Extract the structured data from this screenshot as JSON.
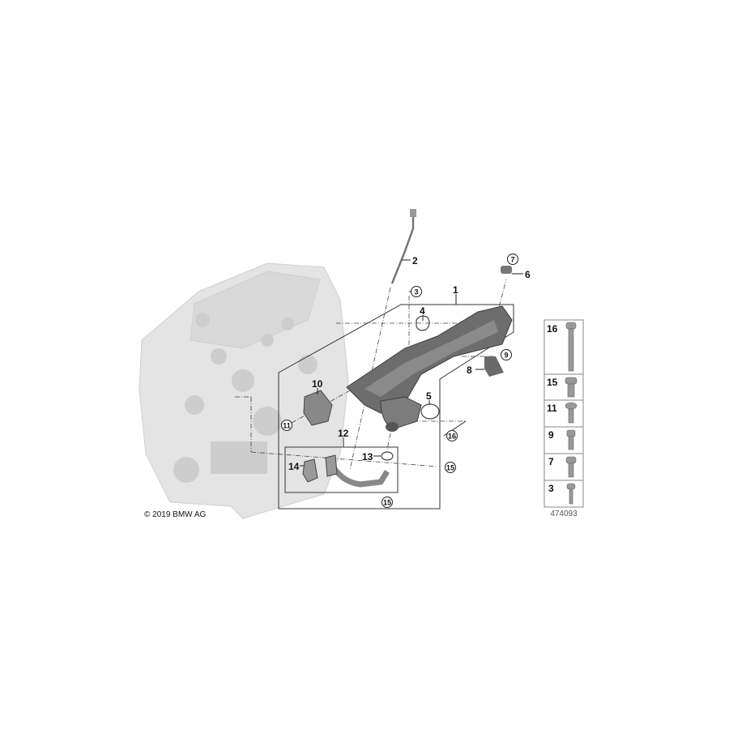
{
  "diagram": {
    "copyright": "© 2019 BMW AG",
    "drawing_number": "474093",
    "callouts": [
      {
        "id": "1",
        "circled": false
      },
      {
        "id": "2",
        "circled": false
      },
      {
        "id": "3",
        "circled": true
      },
      {
        "id": "4",
        "circled": false
      },
      {
        "id": "5",
        "circled": false
      },
      {
        "id": "6",
        "circled": false
      },
      {
        "id": "7",
        "circled": true
      },
      {
        "id": "8",
        "circled": false
      },
      {
        "id": "9",
        "circled": true
      },
      {
        "id": "10",
        "circled": false
      },
      {
        "id": "11",
        "circled": true
      },
      {
        "id": "12",
        "circled": false
      },
      {
        "id": "13",
        "circled": false
      },
      {
        "id": "14",
        "circled": false
      },
      {
        "id": "15",
        "circled": true
      },
      {
        "id": "15",
        "circled": true
      },
      {
        "id": "16",
        "circled": true
      }
    ],
    "fastener_panel": [
      "16",
      "15",
      "11",
      "9",
      "7",
      "3"
    ]
  }
}
